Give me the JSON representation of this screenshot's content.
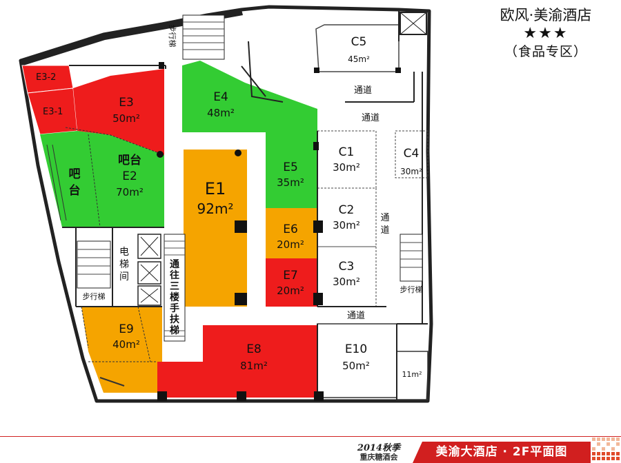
{
  "header": {
    "hotel_name": "欧风·美渝酒店",
    "stars": "★★★",
    "zone_label": "（食品专区）"
  },
  "colors": {
    "green": "#33cc33",
    "red": "#ee1c1c",
    "orange": "#f5a400",
    "wall": "#222222",
    "banner": "#d11f1f"
  },
  "booths": [
    {
      "id": "E3-2",
      "area": "",
      "color": "red"
    },
    {
      "id": "E3-1",
      "area": "",
      "color": "red"
    },
    {
      "id": "E3",
      "area": "50m²",
      "color": "red"
    },
    {
      "id": "E2",
      "prefix": "吧台",
      "area": "70m²",
      "color": "green"
    },
    {
      "id": "E4",
      "area": "48m²",
      "color": "green"
    },
    {
      "id": "E1",
      "area": "92m²",
      "color": "orange"
    },
    {
      "id": "E5",
      "area": "35m²",
      "color": "green"
    },
    {
      "id": "E6",
      "area": "20m²",
      "color": "orange"
    },
    {
      "id": "E7",
      "area": "20m²",
      "color": "red"
    },
    {
      "id": "E8",
      "area": "81m²",
      "color": "red"
    },
    {
      "id": "E9",
      "area": "40m²",
      "color": "orange"
    },
    {
      "id": "E10",
      "area": "50m²",
      "color": "none"
    },
    {
      "id": "C1",
      "area": "30m²",
      "color": "none"
    },
    {
      "id": "C2",
      "area": "30m²",
      "color": "none"
    },
    {
      "id": "C3",
      "area": "30m²",
      "color": "none"
    },
    {
      "id": "C4",
      "area": "30m²",
      "color": "none"
    },
    {
      "id": "C5",
      "area": "45m²",
      "color": "none"
    },
    {
      "id": "",
      "area": "11m²",
      "color": "none"
    }
  ],
  "labels": {
    "bar_left": "吧台",
    "corridor": "通道",
    "stairs": "步行梯",
    "elevator_room": "电梯间",
    "escalator": "通往三楼手扶梯"
  },
  "footer": {
    "event_year": "2014秋季",
    "event_name": "重庆糖酒会",
    "banner": "美渝大酒店 · 2F平面图"
  }
}
